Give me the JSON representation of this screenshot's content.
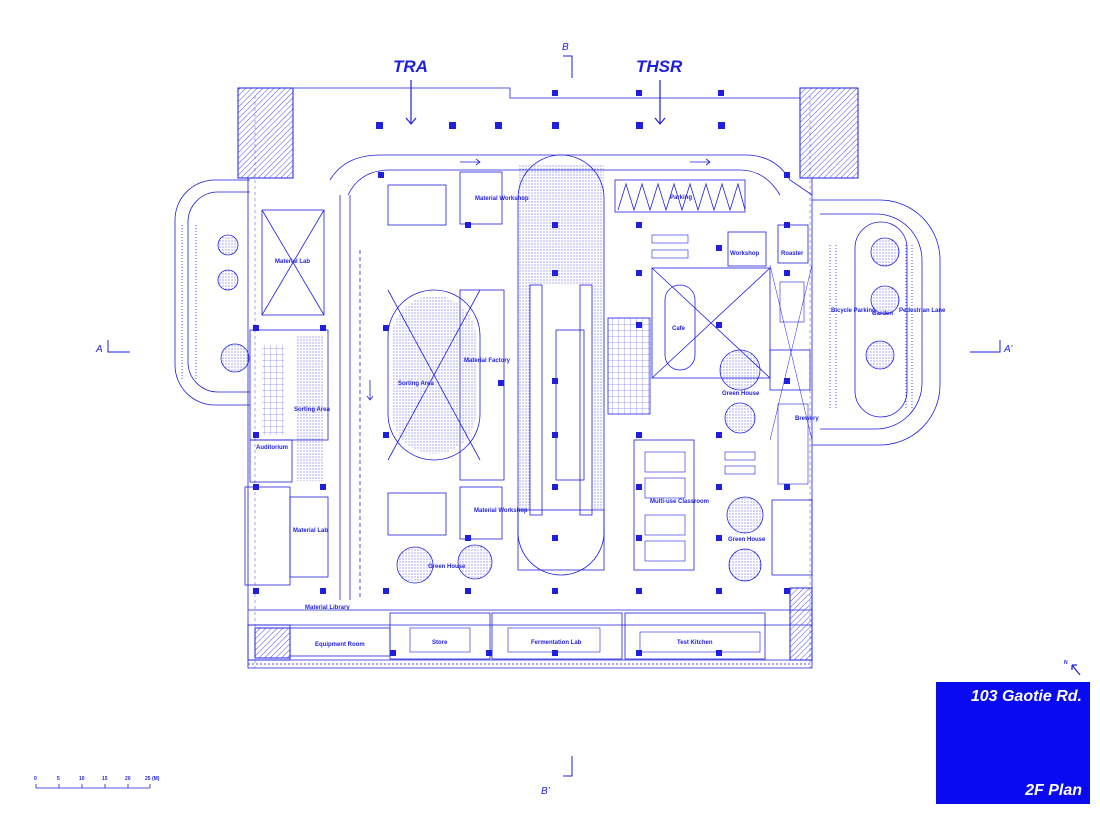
{
  "entrances": {
    "tra": "TRA",
    "thsr": "THSR"
  },
  "section_marks": {
    "a": "A",
    "a_prime": "A’",
    "b": "B",
    "b_prime": "B’"
  },
  "north": "N",
  "title_block": {
    "address": "103 Gaotie Rd.",
    "plan": "2F Plan"
  },
  "scale_bar": {
    "ticks": [
      "0",
      "5",
      "10",
      "15",
      "20",
      "25 (M)"
    ]
  },
  "rooms": {
    "material_lab_top": "Material Lab",
    "material_workshop_top": "Material Workshop",
    "parking": "Parking",
    "workshop": "Workshop",
    "roaster": "Roaster",
    "cafe": "Cafe",
    "bicycle_parking": "Bicycle Parking",
    "garden": "Garden",
    "pedestrian_lane": "Pedestrian Lane",
    "material_factory": "Material Factory",
    "sorting_area_center": "Sorting Area",
    "sorting_area_left": "Sorting Area",
    "auditorium": "Auditorium",
    "green_house_right_top": "Green House",
    "brewery": "Brewery",
    "multi_use_classroom": "Multi-use Classroom",
    "material_lab_bottom": "Material Lab",
    "material_workshop_bottom": "Material Workshop",
    "green_house_right_bottom": "Green House",
    "green_house_left": "Green House",
    "material_library": "Material Library",
    "equipment_room": "Equipment Room",
    "store": "Store",
    "fermentation_lab": "Fermentation Lab",
    "test_kitchen": "Test Kitchen"
  },
  "colors": {
    "line": "#1f1fe0",
    "title_block": "#0a0af0",
    "background": "#ffffff"
  }
}
